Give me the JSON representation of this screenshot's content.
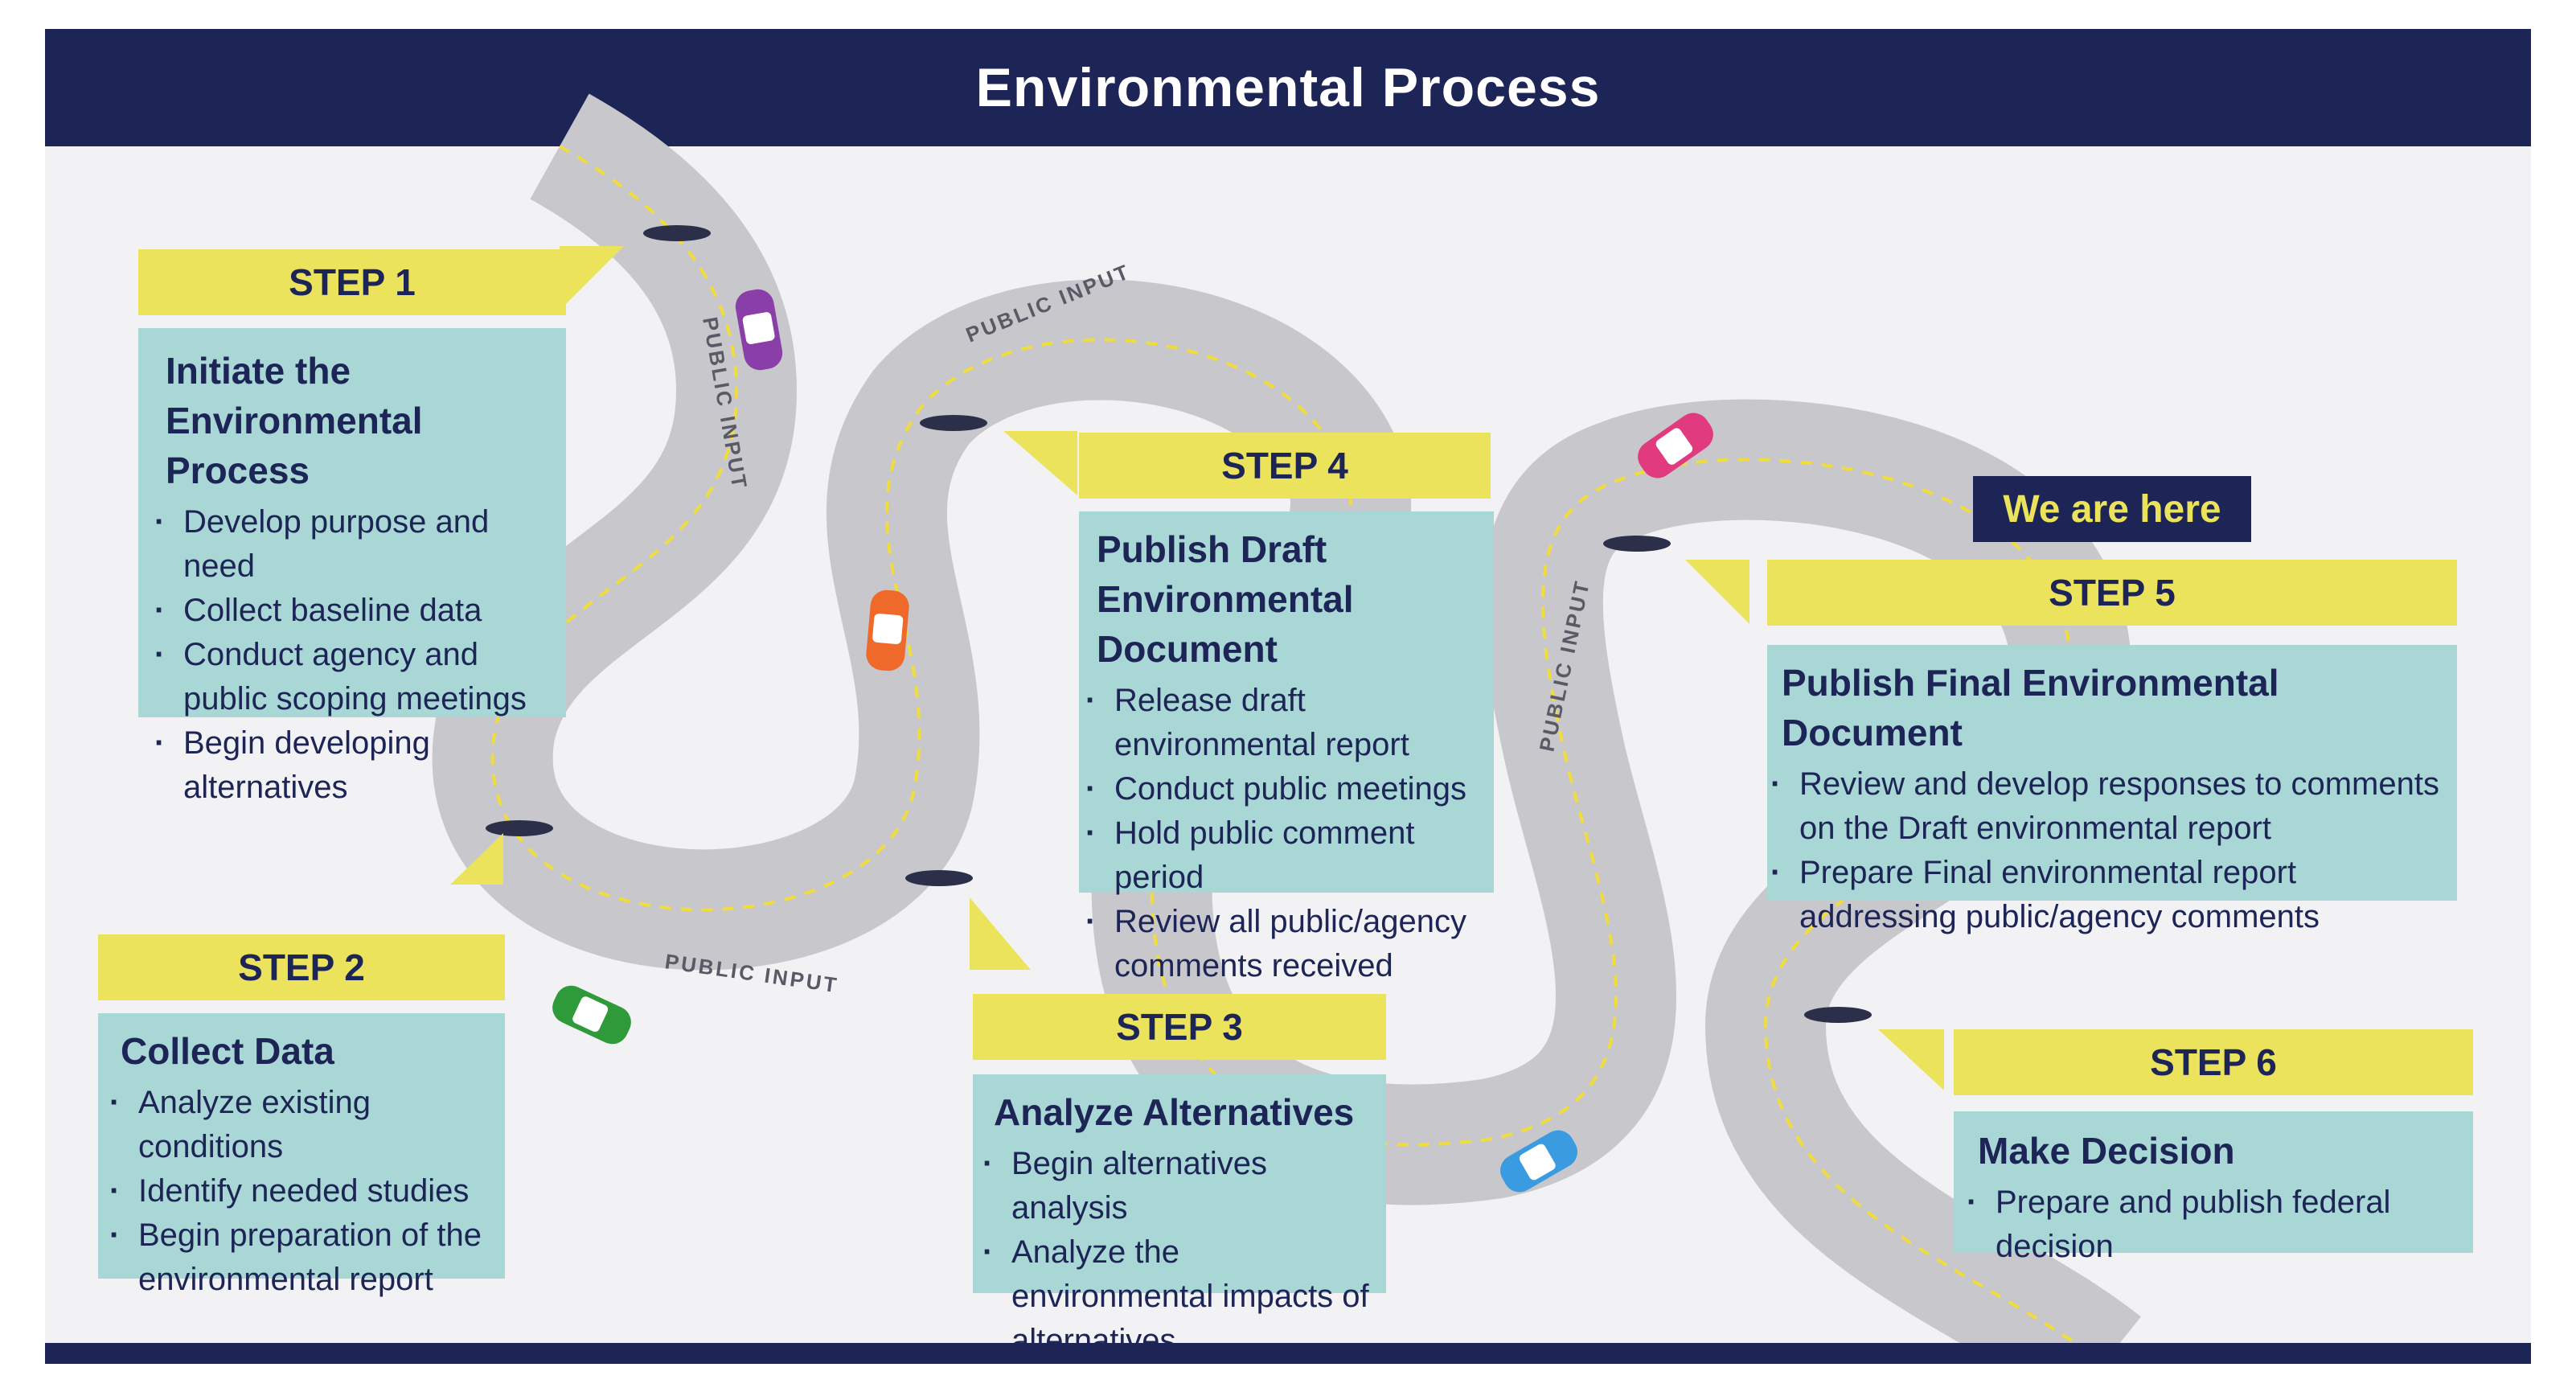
{
  "title": "Environmental Process",
  "public_input_label": "PUBLIC INPUT",
  "here_label": "We are here",
  "colors": {
    "navy": "#1d2456",
    "yellow": "#ece35c",
    "teal": "#a9d7d5",
    "road": "#c8c8cc",
    "background": "#f2f2f5"
  },
  "steps": [
    {
      "label": "STEP 1",
      "title": "Initiate the Environmental Process",
      "items": [
        "Develop purpose and need",
        "Collect baseline data",
        "Conduct agency and public scoping meetings",
        "Begin developing alternatives"
      ]
    },
    {
      "label": "STEP 2",
      "title": "Collect Data",
      "items": [
        "Analyze existing conditions",
        "Identify needed studies",
        "Begin preparation of the environmental report"
      ]
    },
    {
      "label": "STEP 3",
      "title": "Analyze Alternatives",
      "items": [
        "Begin alternatives analysis",
        "Analyze the environmental impacts of alternatives"
      ]
    },
    {
      "label": "STEP 4",
      "title": "Publish Draft Environmental Document",
      "items": [
        "Release draft environmental report",
        "Conduct public meetings",
        "Hold public comment period",
        "Review all public/agency comments received"
      ]
    },
    {
      "label": "STEP 5",
      "title": "Publish Final Environmental Document",
      "items": [
        "Review and develop responses to comments on the Draft environmental report",
        "Prepare Final environmental report addressing public/agency comments"
      ]
    },
    {
      "label": "STEP 6",
      "title": "Make Decision",
      "items": [
        "Prepare and publish federal decision"
      ]
    }
  ]
}
